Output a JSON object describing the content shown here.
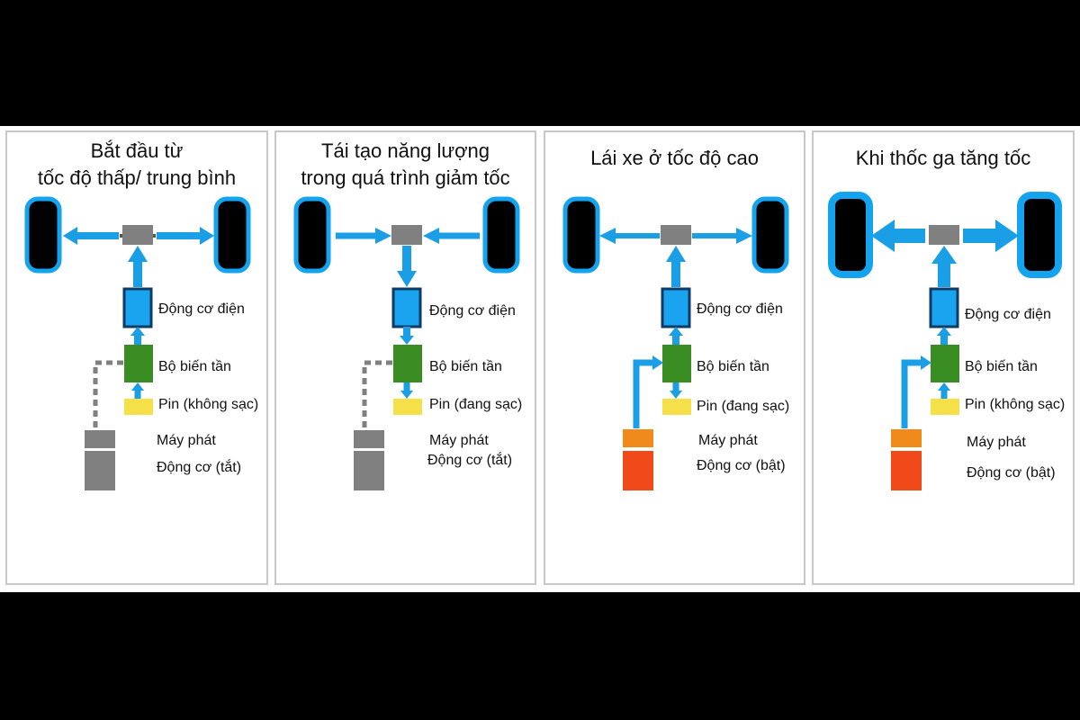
{
  "colors": {
    "flow": "#1a9ee6",
    "wheel_ring": "#14a3ee",
    "wheel": "#000000",
    "gearbox": "#808080",
    "motor_fill": "#1aa3ee",
    "motor_border": "#0d3b66",
    "inverter": "#3a8d23",
    "battery": "#f5e04a",
    "engine_off": "#808080",
    "generator_on": "#f08a1a",
    "engine_on": "#f04a1a"
  },
  "panels": [
    {
      "title_lines": [
        "Bắt đầu từ",
        "tốc độ thấp/ trung bình"
      ],
      "motor_label": "Động cơ điện",
      "inverter_label": "Bộ biến tần",
      "battery_label": "Pin (không sạc)",
      "generator_label": "Máy phát",
      "engine_label": "Động cơ (tắt)",
      "mode": "start",
      "engine_state": "off"
    },
    {
      "title_lines": [
        "Tái tạo năng lượng",
        "trong quá trình giảm tốc"
      ],
      "motor_label": "Động cơ điện",
      "inverter_label": "Bộ biến tần",
      "battery_label": "Pin (đang sạc)",
      "generator_label": "Máy phát",
      "engine_label": "Động cơ (tắt)",
      "mode": "regen",
      "engine_state": "off"
    },
    {
      "title_lines": [
        "Lái xe ở tốc độ cao"
      ],
      "motor_label": "Động cơ điện",
      "inverter_label": "Bộ biến tần",
      "battery_label": "Pin (đang sạc)",
      "generator_label": "Máy phát",
      "engine_label": "Động cơ (bật)",
      "mode": "highspeed",
      "engine_state": "on"
    },
    {
      "title_lines": [
        "Khi thốc ga tăng tốc"
      ],
      "motor_label": "Động cơ điện",
      "inverter_label": "Bộ biến tần",
      "battery_label": "Pin (không sạc)",
      "generator_label": "Máy phát",
      "engine_label": "Động cơ (bật)",
      "mode": "accelerate",
      "engine_state": "on"
    }
  ]
}
